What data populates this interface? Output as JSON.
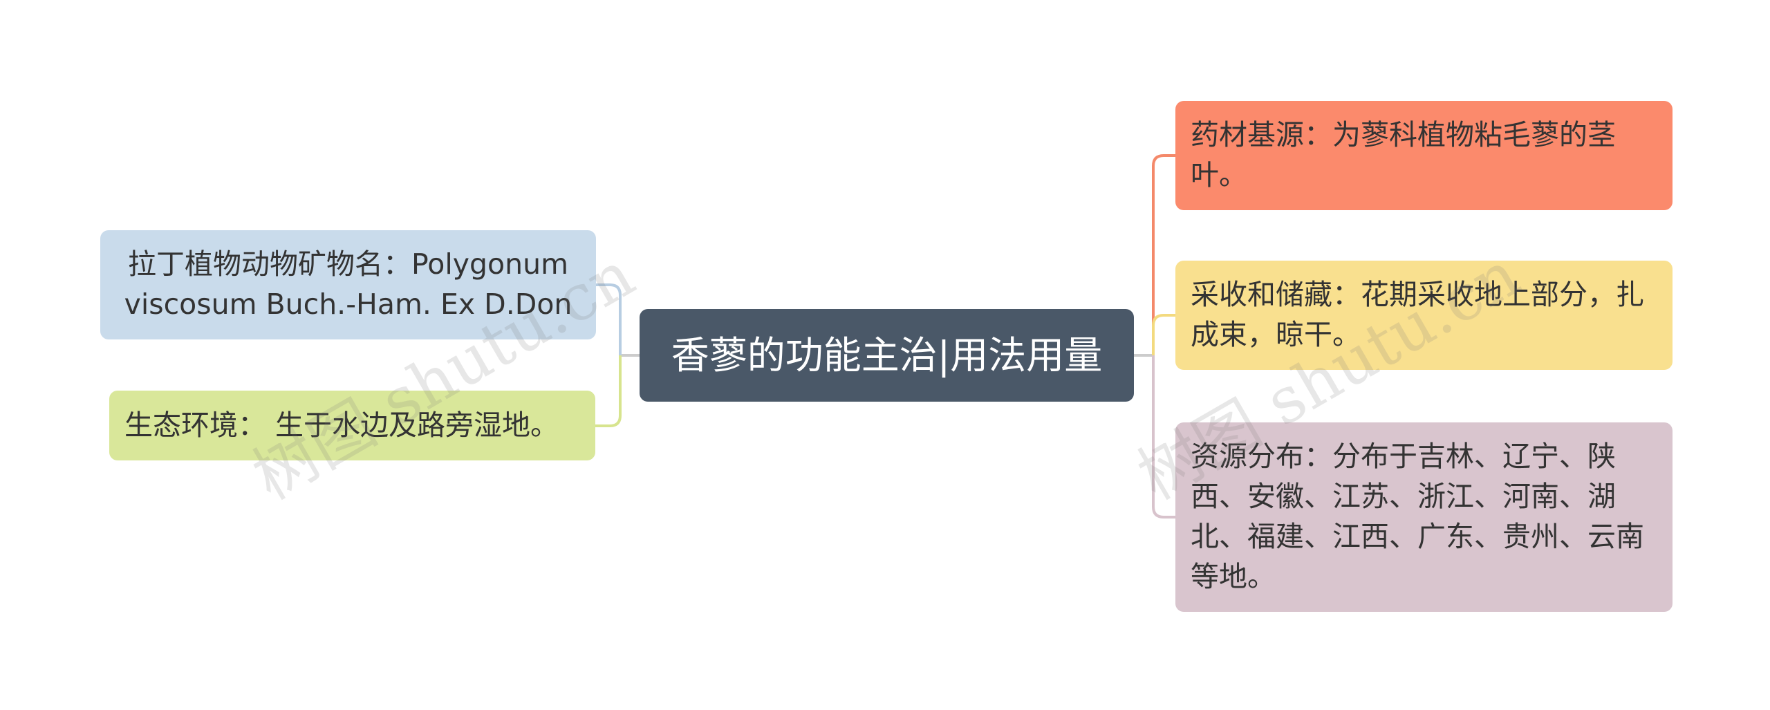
{
  "center": {
    "label": "香蓼的功能主治|用法用量",
    "color": "#4a5868"
  },
  "left_nodes": [
    {
      "text": "拉丁植物动物矿物名：Polygonum viscosum Buch.-Ham. Ex D.Don",
      "color": "#c9dbeb",
      "line": "#b7cde2"
    },
    {
      "text": "生态环境： 生于水边及路旁湿地。",
      "color": "#d9e79a",
      "line": "#d7e48e"
    }
  ],
  "right_nodes": [
    {
      "text": "药材基源：为蓼科植物粘毛蓼的茎叶。",
      "color": "#fb8a6c",
      "line": "#f4896a"
    },
    {
      "text": "采收和储藏：花期采收地上部分，扎成束，晾干。",
      "color": "#f9e08f",
      "line": "#f3da7f"
    },
    {
      "text": "资源分布：分布于吉林、辽宁、陕西、安徽、江苏、浙江、河南、湖北、福建、江西、广东、贵州、云南等地。",
      "color": "#d9c5ce",
      "line": "#d8c3cc"
    }
  ],
  "watermark": "树图 shutu.cn"
}
